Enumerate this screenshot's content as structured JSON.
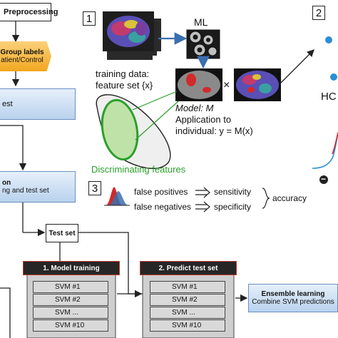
{
  "left_flow": {
    "preprocessing": "Preprocessing",
    "group_labels_title": "Group labels",
    "group_labels_sub": "atient/Control",
    "test_box": "est",
    "partition_title": "on",
    "partition_sub": "ng and test set",
    "test_set": "Test set"
  },
  "panel1": {
    "number": "1",
    "ml_label": "ML",
    "training_label_line1": "training data:",
    "training_label_line2": "feature set {x}",
    "model_line1": "Model: M",
    "model_line2": "Application to",
    "model_line3": "individual: y = M(x)",
    "times_sign": "×",
    "discriminating": "Discriminating features"
  },
  "panel2": {
    "number": "2",
    "hc_label": "HC",
    "minus_sign": "−"
  },
  "panel3": {
    "number": "3",
    "fp": "false positives",
    "fn": "false negatives",
    "sensitivity": "sensitivity",
    "specificity": "specificity",
    "accuracy": "accuracy"
  },
  "model_training": {
    "title": "1. Model training",
    "items": [
      "SVM #1",
      "SVM #2",
      "SVM ...",
      "SVM #10"
    ]
  },
  "predict_test": {
    "title": "2. Predict test set",
    "items": [
      "SVM #1",
      "SVM #2",
      "SVM ...",
      "SVM #10"
    ]
  },
  "ensemble": {
    "title": "Ensemble learning",
    "sub": "Combine SVM predictions"
  },
  "colors": {
    "orange": "#f5b335",
    "blue_box": "#c9ddf1",
    "dark": "#262626",
    "red_border": "#c0392b",
    "green": "#2aa02a",
    "blue_dot": "#2a8fd6"
  }
}
